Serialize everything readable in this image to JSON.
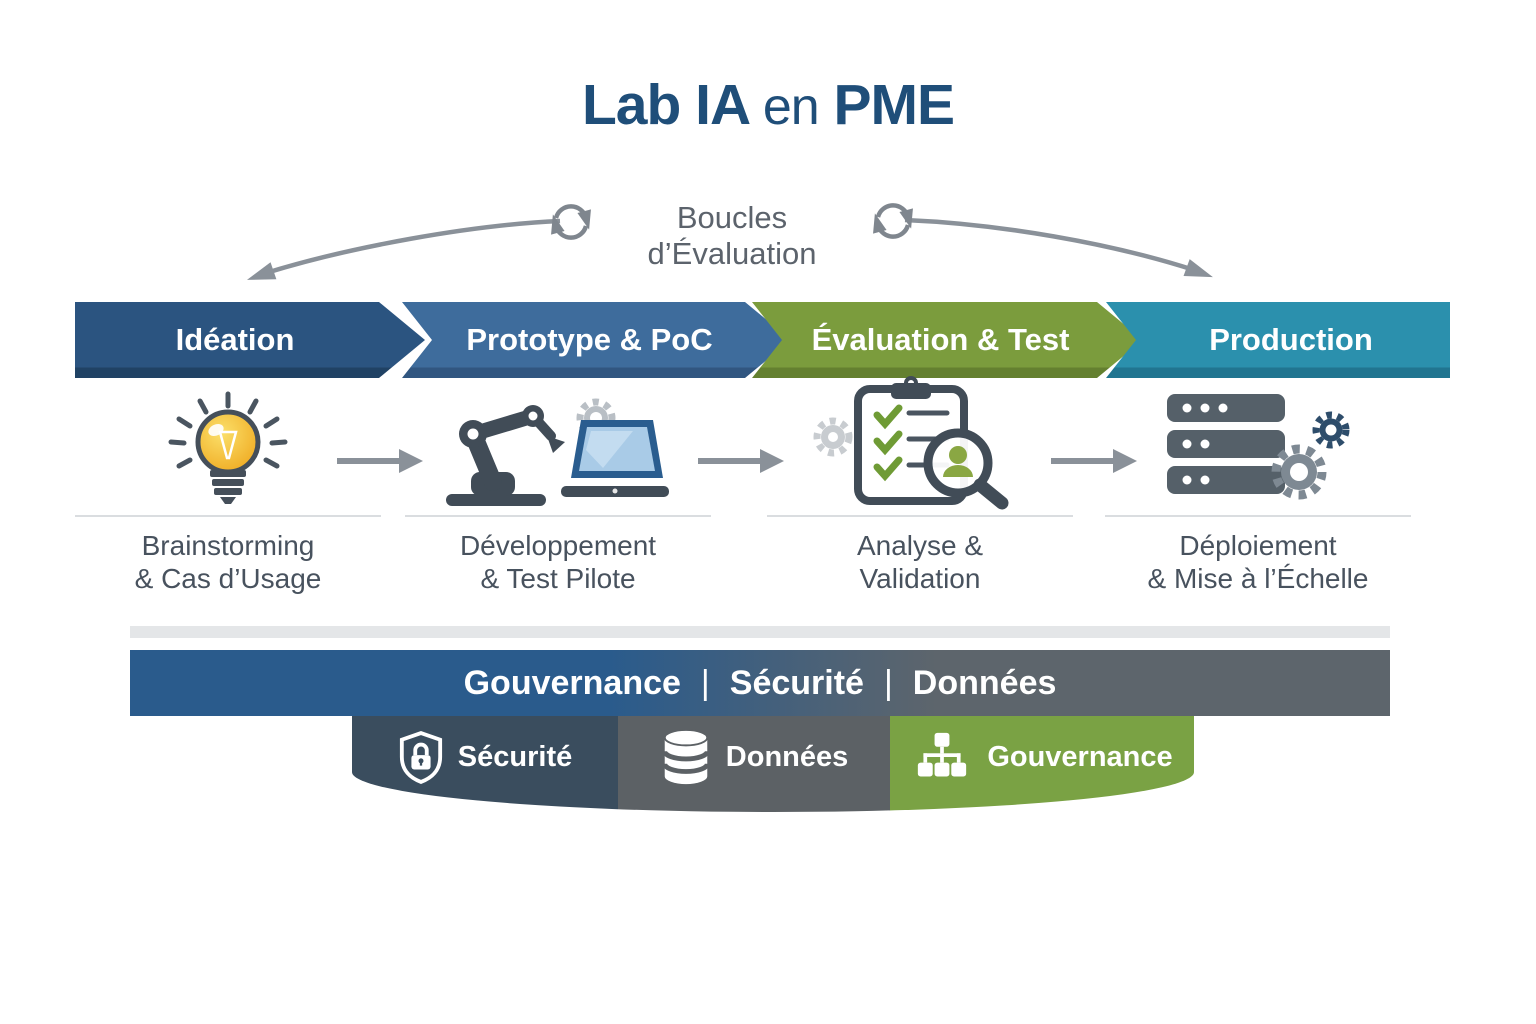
{
  "title": {
    "lead": "Lab IA",
    "mid": "en",
    "tail": "PME"
  },
  "evaluation_loop": {
    "label": "Boucles d’Évaluation"
  },
  "stages": [
    {
      "banner": "Idéation",
      "caption1": "Brainstorming",
      "caption2": "& Cas d’Usage",
      "icon": "lightbulb-icon",
      "color": "#2B5480"
    },
    {
      "banner": "Prototype & PoC",
      "caption1": "Développement",
      "caption2": "& Test Pilote",
      "icon": "robot-arm-laptop-icon",
      "color": "#3E6C9C"
    },
    {
      "banner": "Évaluation & Test",
      "caption1": "Analyse &",
      "caption2": "Validation",
      "icon": "clipboard-check-magnifier-icon",
      "color": "#7B9C3D"
    },
    {
      "banner": "Production",
      "caption1": "Déploiement",
      "caption2": "& Mise à l’Échelle",
      "icon": "server-gears-icon",
      "color": "#2B90AD"
    }
  ],
  "foundation": {
    "bar": {
      "items": [
        "Gouvernance",
        "Sécurité",
        "Données"
      ],
      "separator": "|"
    },
    "badges": [
      {
        "label": "Sécurité",
        "icon": "shield-lock-icon",
        "color": "#3A4D5E"
      },
      {
        "label": "Données",
        "icon": "database-icon",
        "color": "#5C6165"
      },
      {
        "label": "Gouvernance",
        "icon": "org-chart-icon",
        "color": "#7AA244"
      }
    ]
  },
  "palette": {
    "title_text": "#1F4E79",
    "loop_text": "#5C636C",
    "arrow_gray": "#8A9199",
    "caption_text": "#48525E",
    "bar_blue": "#2A5B8C",
    "bar_gray": "#5D656C",
    "divider_band": "#E4E6E8"
  }
}
